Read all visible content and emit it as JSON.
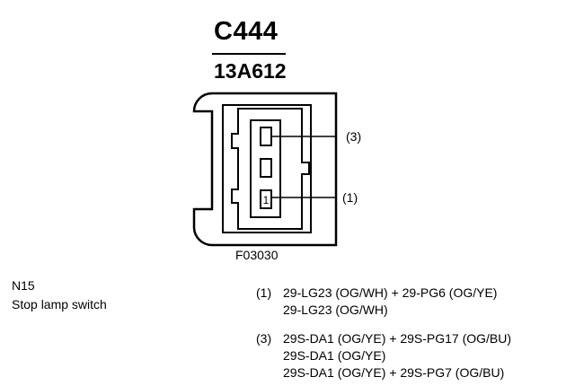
{
  "header": {
    "connector_id": "C444",
    "part_number": "13A612"
  },
  "figure": {
    "figure_id": "F03030",
    "callouts": [
      {
        "label": "(3)",
        "pin": "3"
      },
      {
        "label": "(1)",
        "pin": "1"
      }
    ],
    "pin_number_shown": "1"
  },
  "component": {
    "code": "N15",
    "name": "Stop lamp switch"
  },
  "pins": [
    {
      "label": "(1)",
      "circuits": [
        "29-LG23 (OG/WH) + 29-PG6 (OG/YE)",
        "29-LG23 (OG/WH)"
      ]
    },
    {
      "label": "(3)",
      "circuits": [
        "29S-DA1 (OG/YE) + 29S-PG17 (OG/BU)",
        "29S-DA1 (OG/YE)",
        "29S-DA1 (OG/YE) + 29S-PG7 (OG/BU)"
      ]
    }
  ]
}
